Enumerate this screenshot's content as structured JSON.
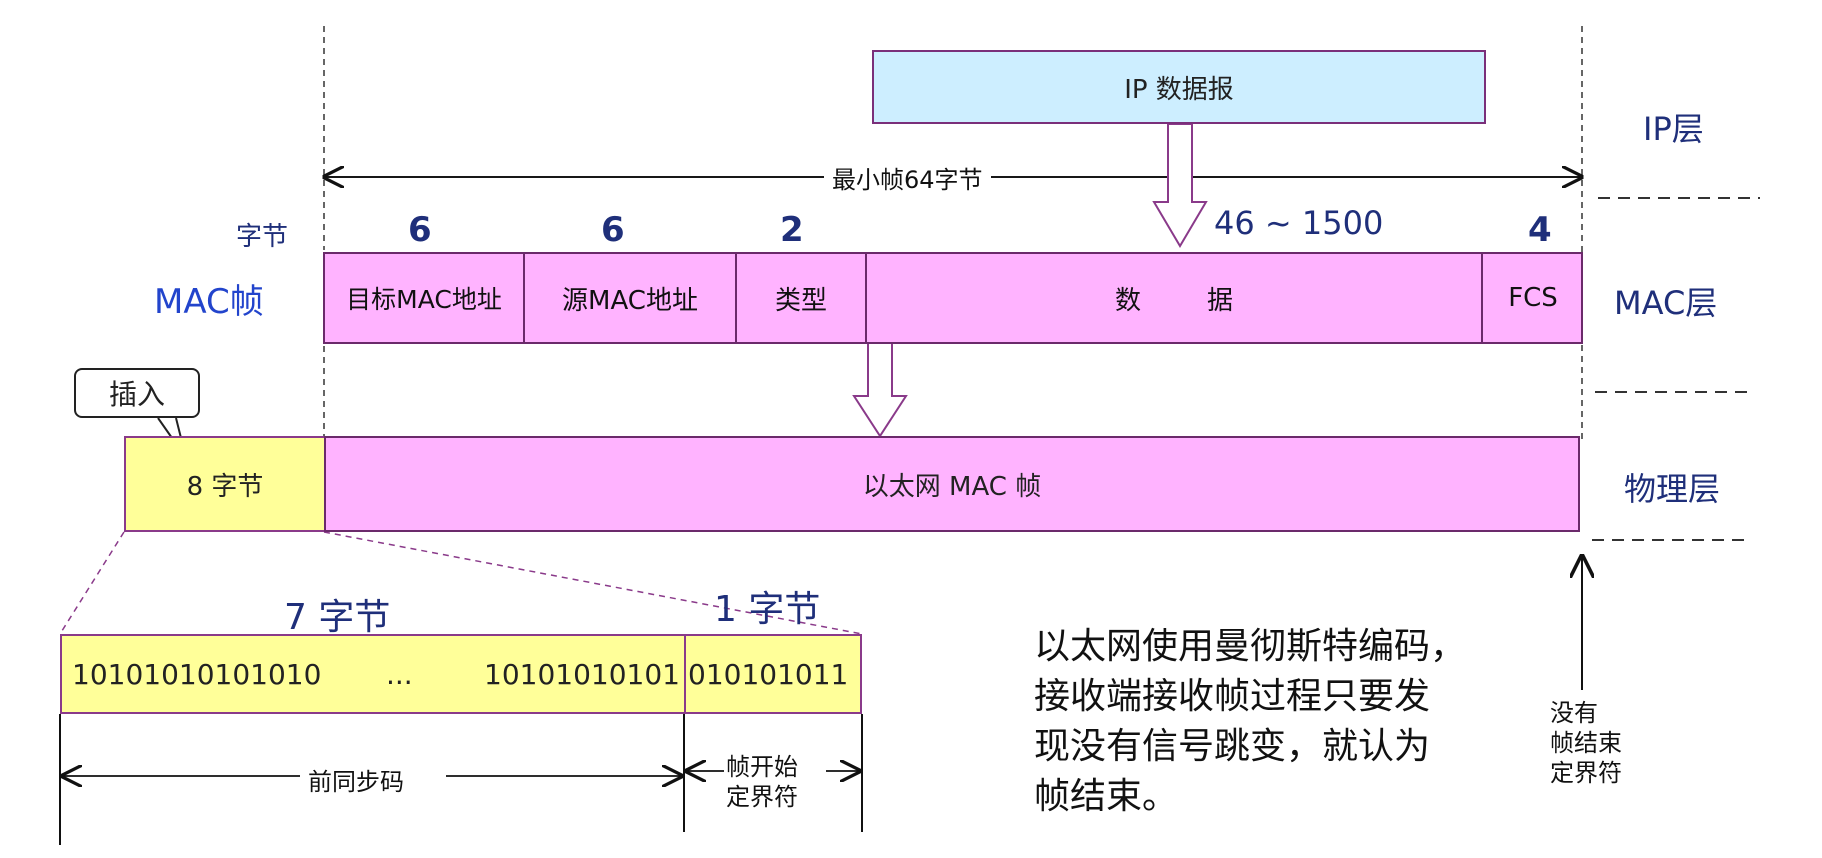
{
  "layers": {
    "ip": "IP层",
    "mac": "MAC层",
    "phy": "物理层"
  },
  "ip_datagram": "IP 数据报",
  "min_frame": "最小帧64字节",
  "byte_label": "字节",
  "mac_frame_label": "MAC帧",
  "field_sizes": [
    "6",
    "6",
    "2",
    "46 ~ 1500",
    "4"
  ],
  "fields": [
    "目标MAC地址",
    "源MAC地址",
    "类型",
    "数        据",
    "FCS"
  ],
  "insert_callout": "插入",
  "preamble_bytes": "8 字节",
  "ethernet_frame": "以太网 MAC 帧",
  "seven_bytes": "7 字节",
  "one_byte": "1 字节",
  "bits_left": "10101010101010",
  "ellipsis": "...",
  "bits_mid": "10101010101",
  "bits_right": "010101011",
  "preamble_label": "前同步码",
  "sfd_label": "帧开始\n定界符",
  "note": "以太网使用曼彻斯特编码，\n接收端接收帧过程只要发\n现没有信号跳变，就认为\n帧结束。",
  "no_end_label": "没有\n帧结束\n定界符",
  "colors": {
    "frame": "#ffb3ff",
    "preamble": "#ffff99",
    "ip": "#cdeeff",
    "label_blue": "#1f2f7a"
  }
}
